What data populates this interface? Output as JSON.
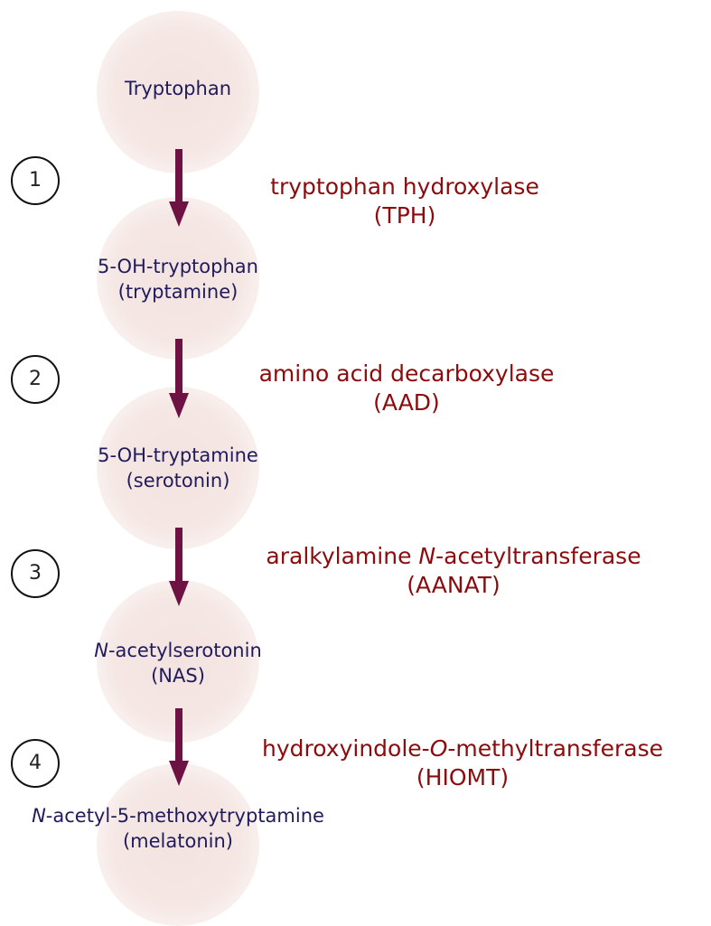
{
  "molecules": [
    {
      "italic": "",
      "name": "Tryptophan",
      "alias": ""
    },
    {
      "italic": "",
      "name": "5-OH-tryptophan",
      "alias": "(tryptamine)"
    },
    {
      "italic": "",
      "name": "5-OH-tryptamine",
      "alias": "(serotonin)"
    },
    {
      "italic": "N",
      "name": "-acetylserotonin",
      "alias": "(NAS)"
    },
    {
      "italic": "N",
      "name": "-acetyl-5-methoxytryptamine",
      "alias": "(melatonin)"
    }
  ],
  "steps": [
    {
      "number": "1",
      "enzyme_pre": "tryptophan hydroxylase",
      "enzyme_italic": "",
      "enzyme_post": "",
      "abbr": "(TPH)"
    },
    {
      "number": "2",
      "enzyme_pre": "amino acid decarboxylase",
      "enzyme_italic": "",
      "enzyme_post": "",
      "abbr": "(AAD)"
    },
    {
      "number": "3",
      "enzyme_pre": "aralkylamine ",
      "enzyme_italic": "N",
      "enzyme_post": "-acetyltransferase",
      "abbr": "(AANAT)"
    },
    {
      "number": "4",
      "enzyme_pre": "hydroxyindole-",
      "enzyme_italic": "O",
      "enzyme_post": "-methyltransferase",
      "abbr": "(HIOMT)"
    }
  ],
  "colors": {
    "molecule_text": "#201b5c",
    "enzyme_text": "#8c0b0d",
    "arrow": "#6e1243",
    "node_fill": "#f3e3e0"
  }
}
